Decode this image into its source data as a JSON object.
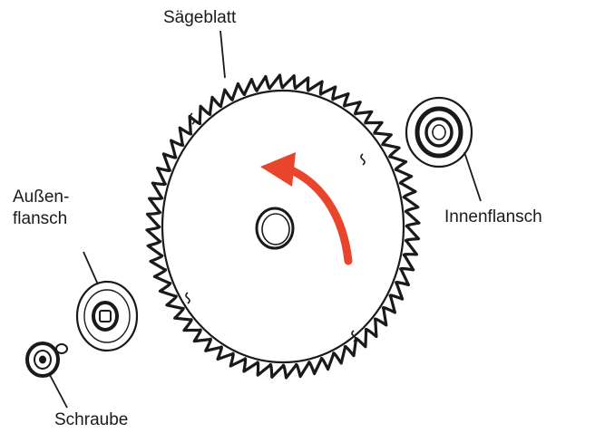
{
  "labels": {
    "blade": "Sägeblatt",
    "inner_flange": "Innenflansch",
    "outer_flange_line1": "Außen-",
    "outer_flange_line2": "flansch",
    "screw": "Schraube"
  },
  "colors": {
    "line": "#1a1a1a",
    "rotation_arrow": "#e8452c",
    "background": "#ffffff"
  },
  "blade": {
    "teeth_count": 60
  },
  "icons": [
    "saw-blade-icon",
    "rotation-arrow-icon",
    "inner-flange-icon",
    "outer-flange-icon",
    "screw-icon"
  ]
}
